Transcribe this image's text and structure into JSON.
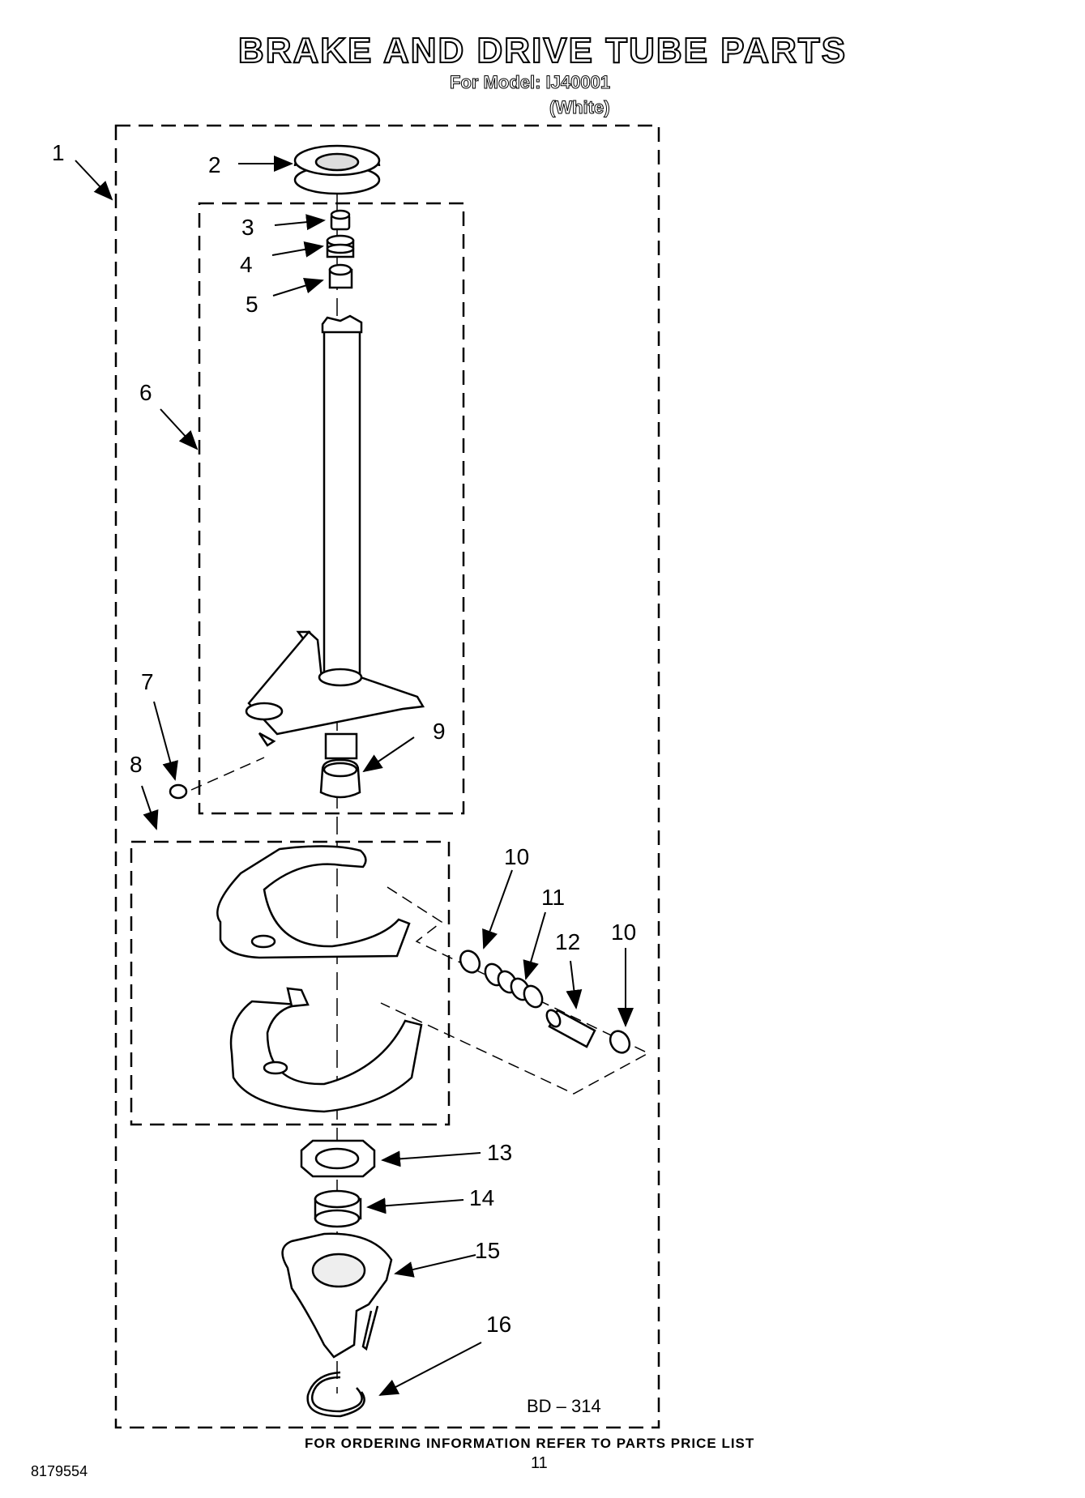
{
  "header": {
    "title": "BRAKE AND DRIVE TUBE PARTS",
    "model_line": "For Model: IJ40001",
    "color_line": "(White)"
  },
  "callouts": {
    "c1": "1",
    "c2": "2",
    "c3": "3",
    "c4": "4",
    "c5": "5",
    "c6": "6",
    "c7": "7",
    "c8": "8",
    "c9": "9",
    "c10a": "10",
    "c10b": "10",
    "c11": "11",
    "c12": "12",
    "c13": "13",
    "c14": "14",
    "c15": "15",
    "c16": "16"
  },
  "diagram_code": "BD – 314",
  "footer": {
    "instruction": "FOR ORDERING INFORMATION REFER TO PARTS PRICE LIST",
    "page": "11",
    "doc_number": "8179554"
  }
}
